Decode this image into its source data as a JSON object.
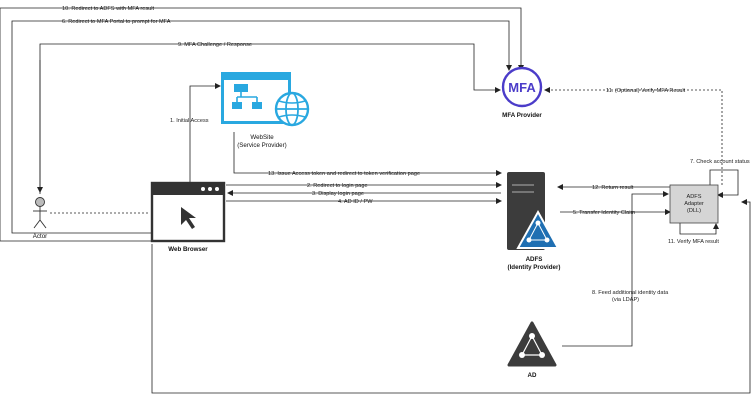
{
  "nodes": {
    "mfa": {
      "title": "MFA Provider",
      "logo_text": "MFA"
    },
    "website": {
      "title": "WebSite",
      "subtitle": "(Service Provider)"
    },
    "browser": {
      "title": "Web Browser"
    },
    "actor": {
      "title": "Actor"
    },
    "adfs": {
      "title": "ADFS",
      "subtitle": "(Identity Provider)"
    },
    "adapter": {
      "line1": "ADFS",
      "line2": "Adapter",
      "line3": "(DLL)"
    },
    "ad": {
      "title": "AD"
    }
  },
  "edges": {
    "e1": "1. Initial Access",
    "e2": "2. Redirect to login page",
    "e3": "3. Display login page",
    "e4": "4. AD ID / PW",
    "e5": "5. Transfer Identity Claim",
    "e6": "6. Redirect to MFA Portal to prompt for MFA",
    "e7": "7. Check account status",
    "e8": "8. Feed additional identity data",
    "e8b": "(via LDAP)",
    "e9": "9. MFA Challenge / Response",
    "e10": "10. Redirect to ADFS with MFA result",
    "e11": "11. Verify MFA result",
    "e11opt": "11. (Optional) Verify MFA Result",
    "e12": "12. Return result",
    "e13": "13. Issue Access token and redirect to token verification page"
  },
  "colors": {
    "website_blue": "#29a8e0",
    "mfa_purple": "#4b3cc9",
    "adfs_dark": "#3c3c3c",
    "adfs_blue": "#1f6fb2",
    "adapter_gray": "#d5d5d5"
  }
}
